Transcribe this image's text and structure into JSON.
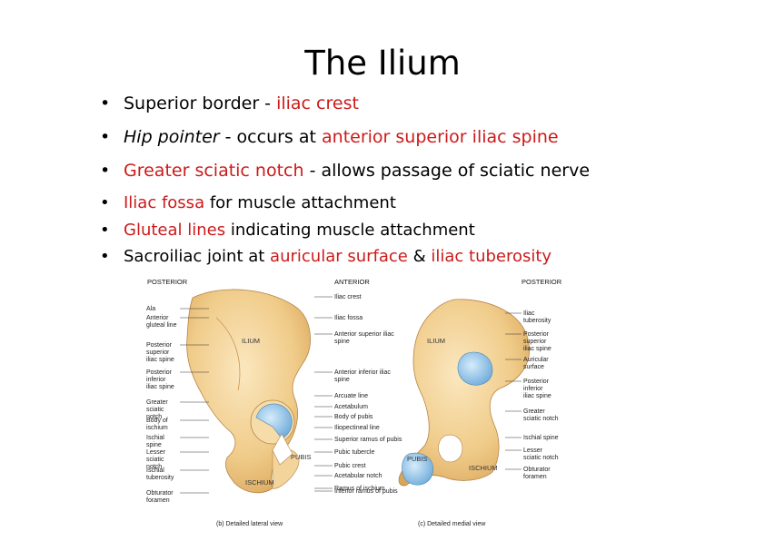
{
  "title": "The Ilium",
  "bullets": [
    {
      "parts": [
        {
          "t": "Superior border - ",
          "c": ""
        },
        {
          "t": "iliac crest",
          "c": "red"
        }
      ]
    },
    {
      "parts": [
        {
          "t": "Hip pointer",
          "c": "ital"
        },
        {
          "t": " - occurs at ",
          "c": ""
        },
        {
          "t": "anterior superior iliac spine",
          "c": "red"
        }
      ]
    },
    {
      "parts": [
        {
          "t": "Greater sciatic notch",
          "c": "red"
        },
        {
          "t": " - allows passage of sciatic nerve",
          "c": ""
        }
      ]
    },
    {
      "parts": [
        {
          "t": "Iliac fossa",
          "c": "red"
        },
        {
          "t": " for muscle attachment",
          "c": ""
        }
      ]
    },
    {
      "parts": [
        {
          "t": "Gluteal lines",
          "c": "red"
        },
        {
          "t": " indicating muscle attachment",
          "c": ""
        }
      ]
    },
    {
      "parts": [
        {
          "t": "Sacroiliac joint at ",
          "c": ""
        },
        {
          "t": "auricular surface",
          "c": "red"
        },
        {
          "t": " & ",
          "c": ""
        },
        {
          "t": "iliac tuberosity",
          "c": "red"
        }
      ]
    }
  ],
  "figure": {
    "headers": {
      "left": "POSTERIOR",
      "middle": "ANTERIOR",
      "right": "POSTERIOR"
    },
    "left_labels": [
      "Ala",
      "Anterior gluteal line",
      "Posterior superior iliac spine",
      "Posterior inferior iliac spine",
      "Greater sciatic notch",
      "Body of ischium",
      "Ischial spine",
      "Lesser sciatic notch",
      "Ischial tuberosity",
      "Obturator foramen"
    ],
    "middle_labels": [
      "Iliac crest",
      "Iliac fossa",
      "Anterior superior iliac spine",
      "Anterior inferior iliac spine",
      "Arcuate line",
      "Acetabulum",
      "Body of pubis",
      "Iliopectineal line",
      "Superior ramus of pubis",
      "Pubic tubercle",
      "Pubic crest",
      "Acetabular notch",
      "Ramus of ischium",
      "Inferior ramus of pubis"
    ],
    "right_labels": [
      "Iliac tuberosity",
      "Posterior superior iliac spine",
      "Auricular surface",
      "Posterior inferior iliac spine",
      "Greater sciatic notch",
      "Ischial spine",
      "Lesser sciatic notch",
      "Obturator foramen"
    ],
    "bone_names": {
      "ilium_left": "ILIUM",
      "ilium_right": "ILIUM",
      "pubis_left": "PUBIS",
      "pubis_right": "PUBIS",
      "ischium_left": "ISCHIUM",
      "ischium_right": "ISCHIUM"
    },
    "captions": {
      "left": "(b) Detailed lateral view",
      "right": "(c) Detailed medial view"
    },
    "colors": {
      "bone": "#f3d49b",
      "bone_shade": "#d9a85e",
      "cartilage": "#8fc3e8",
      "red_text": "#cc1a1a"
    }
  }
}
